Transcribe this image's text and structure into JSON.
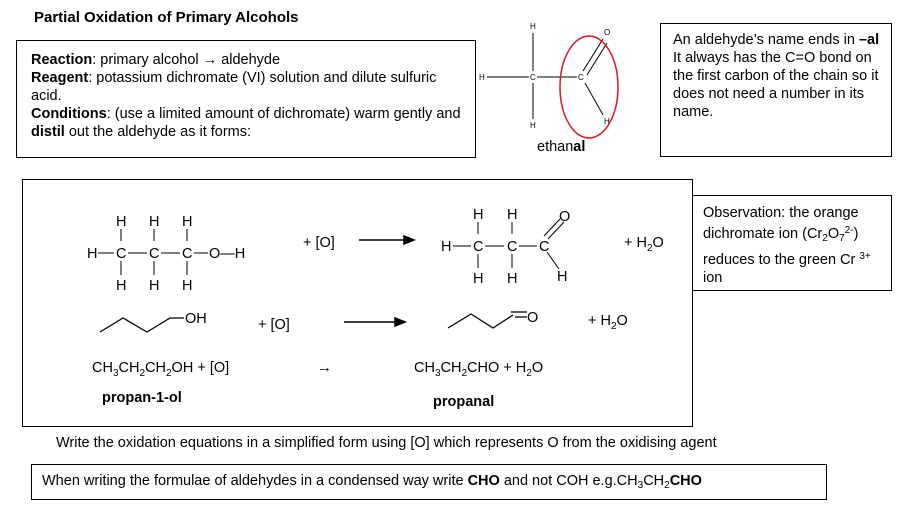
{
  "title": "Partial Oxidation of Primary Alcohols",
  "info_box": {
    "reaction_label": "Reaction",
    "reaction_text": ": primary alcohol → aldehyde",
    "reagent_label": "Reagent",
    "reagent_text": ": potassium dichromate (VI) solution and dilute sulfuric acid.",
    "conditions_label": "Conditions",
    "conditions_text_1": ": (use a limited amount of dichromate) warm gently and ",
    "conditions_bold": "distil",
    "conditions_text_2": " out the aldehyde as it forms:"
  },
  "ethanal": {
    "atom_h": "H",
    "atom_c": "C",
    "atom_o": "O",
    "name_main": "ethan",
    "name_suffix": "al",
    "ring_color": "#e0141e"
  },
  "naming_box": {
    "line1": "An aldehyde’s name ends in ",
    "suffix": "–al",
    "line2": "It always has the C=O bond on the first carbon of the chain so it does not need a number in its name."
  },
  "equations": {
    "atom_h": "H",
    "atom_c": "C",
    "atom_o": "O",
    "oh_group": "O—H",
    "oxidant": "+ [O]",
    "water_plus": "+ H",
    "water_sub": "2",
    "water_o": "O",
    "skeletal_oh": "OH",
    "skeletal_o": "O",
    "cond_reactant_a": "CH",
    "cond_reactant_b": "CH",
    "cond_reactant_c": "CH",
    "cond_reactant_d": "OH + [O]",
    "cond_arrow": "→",
    "cond_product_a": "CH",
    "cond_product_b": "CH",
    "cond_product_c": "CHO  +  H",
    "cond_product_d": "O",
    "sub3": "3",
    "sub2": "2",
    "reactant_name": "propan-1-ol",
    "product_name": "propanal"
  },
  "observation": {
    "text1": "Observation: the orange dichromate ion (Cr",
    "sub_a": "2",
    "mid": "O",
    "sub_b": "7",
    "sup_charge": "2-",
    "text2": ") reduces to the green Cr ",
    "sup_ion": "3+",
    "text3": " ion"
  },
  "instruction": "Write the oxidation equations in a simplified form using [O] which represents O from the oxidising agent",
  "note": {
    "text1": "When writing the formulae of aldehydes in a condensed way write ",
    "bold1": "CHO",
    "text2": " and not COH e.g.CH",
    "sub3": "3",
    "text3": "CH",
    "sub2": "2",
    "bold2": "CHO"
  }
}
